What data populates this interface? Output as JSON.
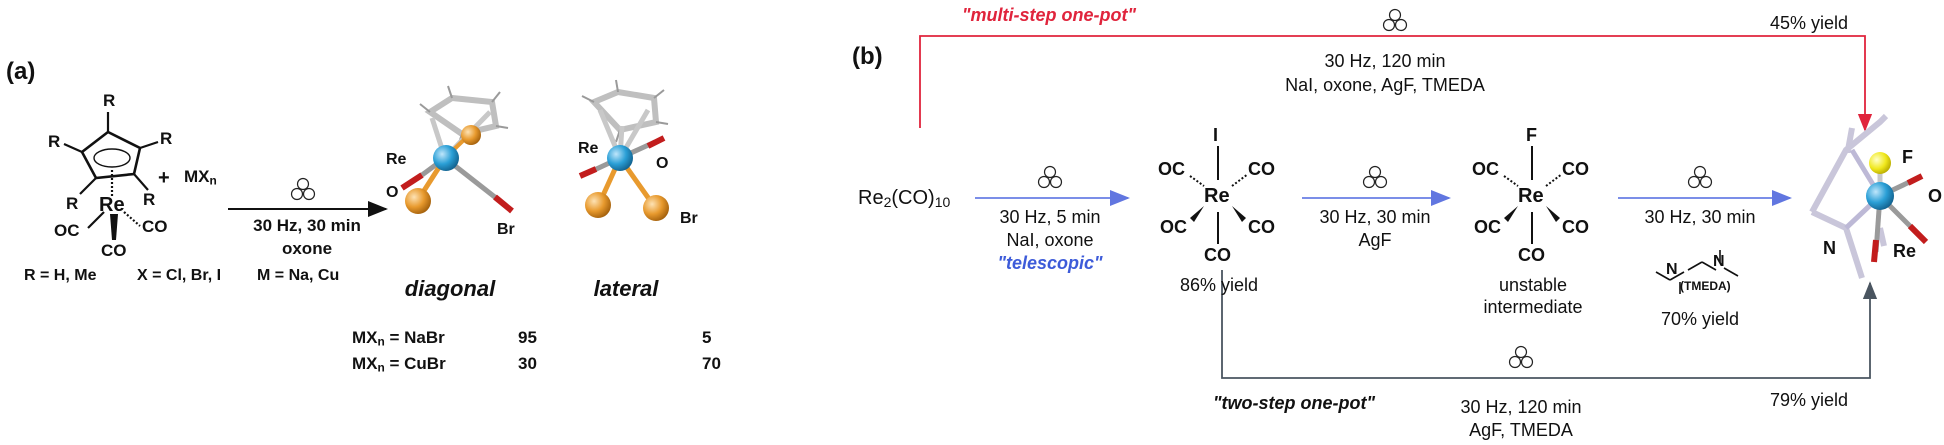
{
  "panel_a": {
    "label": "(a)",
    "plus": "+",
    "reagent_main": "MX",
    "reagent_sub": "n",
    "atoms": {
      "r_top": "R",
      "r_left": "R",
      "r_right": "R",
      "r_bl": "R",
      "r_br": "R",
      "re": "Re",
      "oc_left": "OC",
      "co_right": "CO",
      "co_bottom": "CO"
    },
    "legend": {
      "r": "R = H, Me",
      "x": "X = Cl, Br, I",
      "m": "M = Na, Cu"
    },
    "conditions": {
      "line1": "30 Hz, 30 min",
      "line2": "oxone"
    },
    "diagonal": {
      "label": "diagonal",
      "re": "Re",
      "o": "O",
      "br": "Br"
    },
    "lateral": {
      "label": "lateral",
      "re": "Re",
      "o": "O",
      "br": "Br"
    },
    "table": {
      "rows": [
        {
          "reagent_main": "MX",
          "reagent_sub": "n",
          "reagent_rest": " = NaBr",
          "diagonal": "95",
          "lateral": "5"
        },
        {
          "reagent_main": "MX",
          "reagent_sub": "n",
          "reagent_rest": " = CuBr",
          "diagonal": "30",
          "lateral": "70"
        }
      ]
    }
  },
  "panel_b": {
    "label": "(b)",
    "start": {
      "main": "Re",
      "sub1": "2",
      "mid": "(CO)",
      "sub2": "10"
    },
    "multi_step": {
      "label": "\"multi-step one-pot\"",
      "line1": "30 Hz, 120 min",
      "line2": "NaI, oxone, AgF, TMEDA",
      "yield": "45% yield"
    },
    "step1": {
      "line1": "30 Hz, 5 min",
      "line2": "NaI, oxone",
      "tag": "\"telescopic\""
    },
    "iodide": {
      "x": "I",
      "re": "Re",
      "oc1": "OC",
      "co1": "CO",
      "oc2": "OC",
      "co2": "CO",
      "co3": "CO",
      "yield": "86% yield"
    },
    "step2": {
      "line1": "30 Hz, 30 min",
      "line2": "AgF"
    },
    "fluoride": {
      "x": "F",
      "re": "Re",
      "oc1": "OC",
      "co1": "CO",
      "oc2": "OC",
      "co2": "CO",
      "co3": "CO",
      "note1": "unstable",
      "note2": "intermediate"
    },
    "step3": {
      "line1": "30 Hz, 30 min",
      "ligand": "(TMEDA)",
      "yield": "70% yield"
    },
    "product": {
      "f": "F",
      "o": "O",
      "n": "N",
      "re": "Re"
    },
    "two_step": {
      "label": "\"two-step one-pot\"",
      "line1": "30 Hz, 120 min",
      "line2": "AgF, TMEDA",
      "yield": "79% yield"
    }
  },
  "colors": {
    "multi_step": "#e0243c",
    "telescopic": "#3d5bd9",
    "arrow_blue": "#7b8ee8",
    "two_step_line": "#4a5560",
    "re_atom": "#2a9fd6",
    "br_atom": "#e89a2e",
    "f_atom": "#f0e81c"
  }
}
